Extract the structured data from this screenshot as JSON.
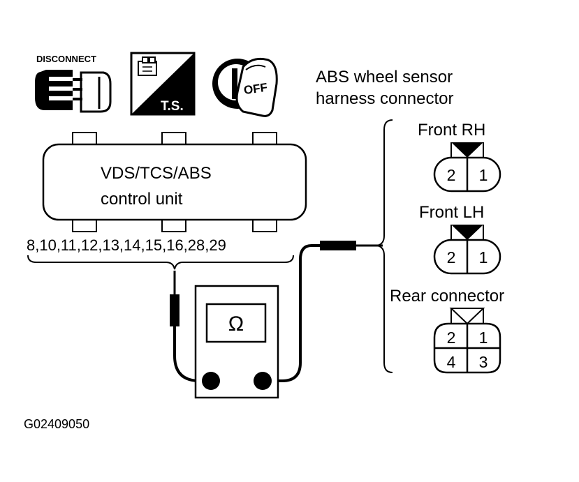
{
  "icons": {
    "disconnect": {
      "label": "DISCONNECT",
      "icon": "disconnect-connector-icon"
    },
    "test_switch": {
      "label": "T.S.",
      "icon": "test-switch-icon"
    },
    "ignition": {
      "label": "OFF",
      "icon": "ignition-key-off-icon"
    }
  },
  "control_unit": {
    "line1": "VDS/TCS/ABS",
    "line2": "control unit",
    "terminals": "8,10,11,12,13,14,15,16,28,29"
  },
  "meter": {
    "symbol": "Ω",
    "icon": "ohmmeter-icon"
  },
  "sensor_harness": {
    "title_line1": "ABS wheel sensor",
    "title_line2": "harness connector",
    "front_rh": {
      "label": "Front RH",
      "pins": [
        "2",
        "1"
      ]
    },
    "front_lh": {
      "label": "Front LH",
      "pins": [
        "2",
        "1"
      ]
    },
    "rear": {
      "label": "Rear connector",
      "pins": [
        "2",
        "1",
        "4",
        "3"
      ]
    }
  },
  "figure_id": "G02409050",
  "colors": {
    "ink": "#000000",
    "paper": "#ffffff"
  }
}
